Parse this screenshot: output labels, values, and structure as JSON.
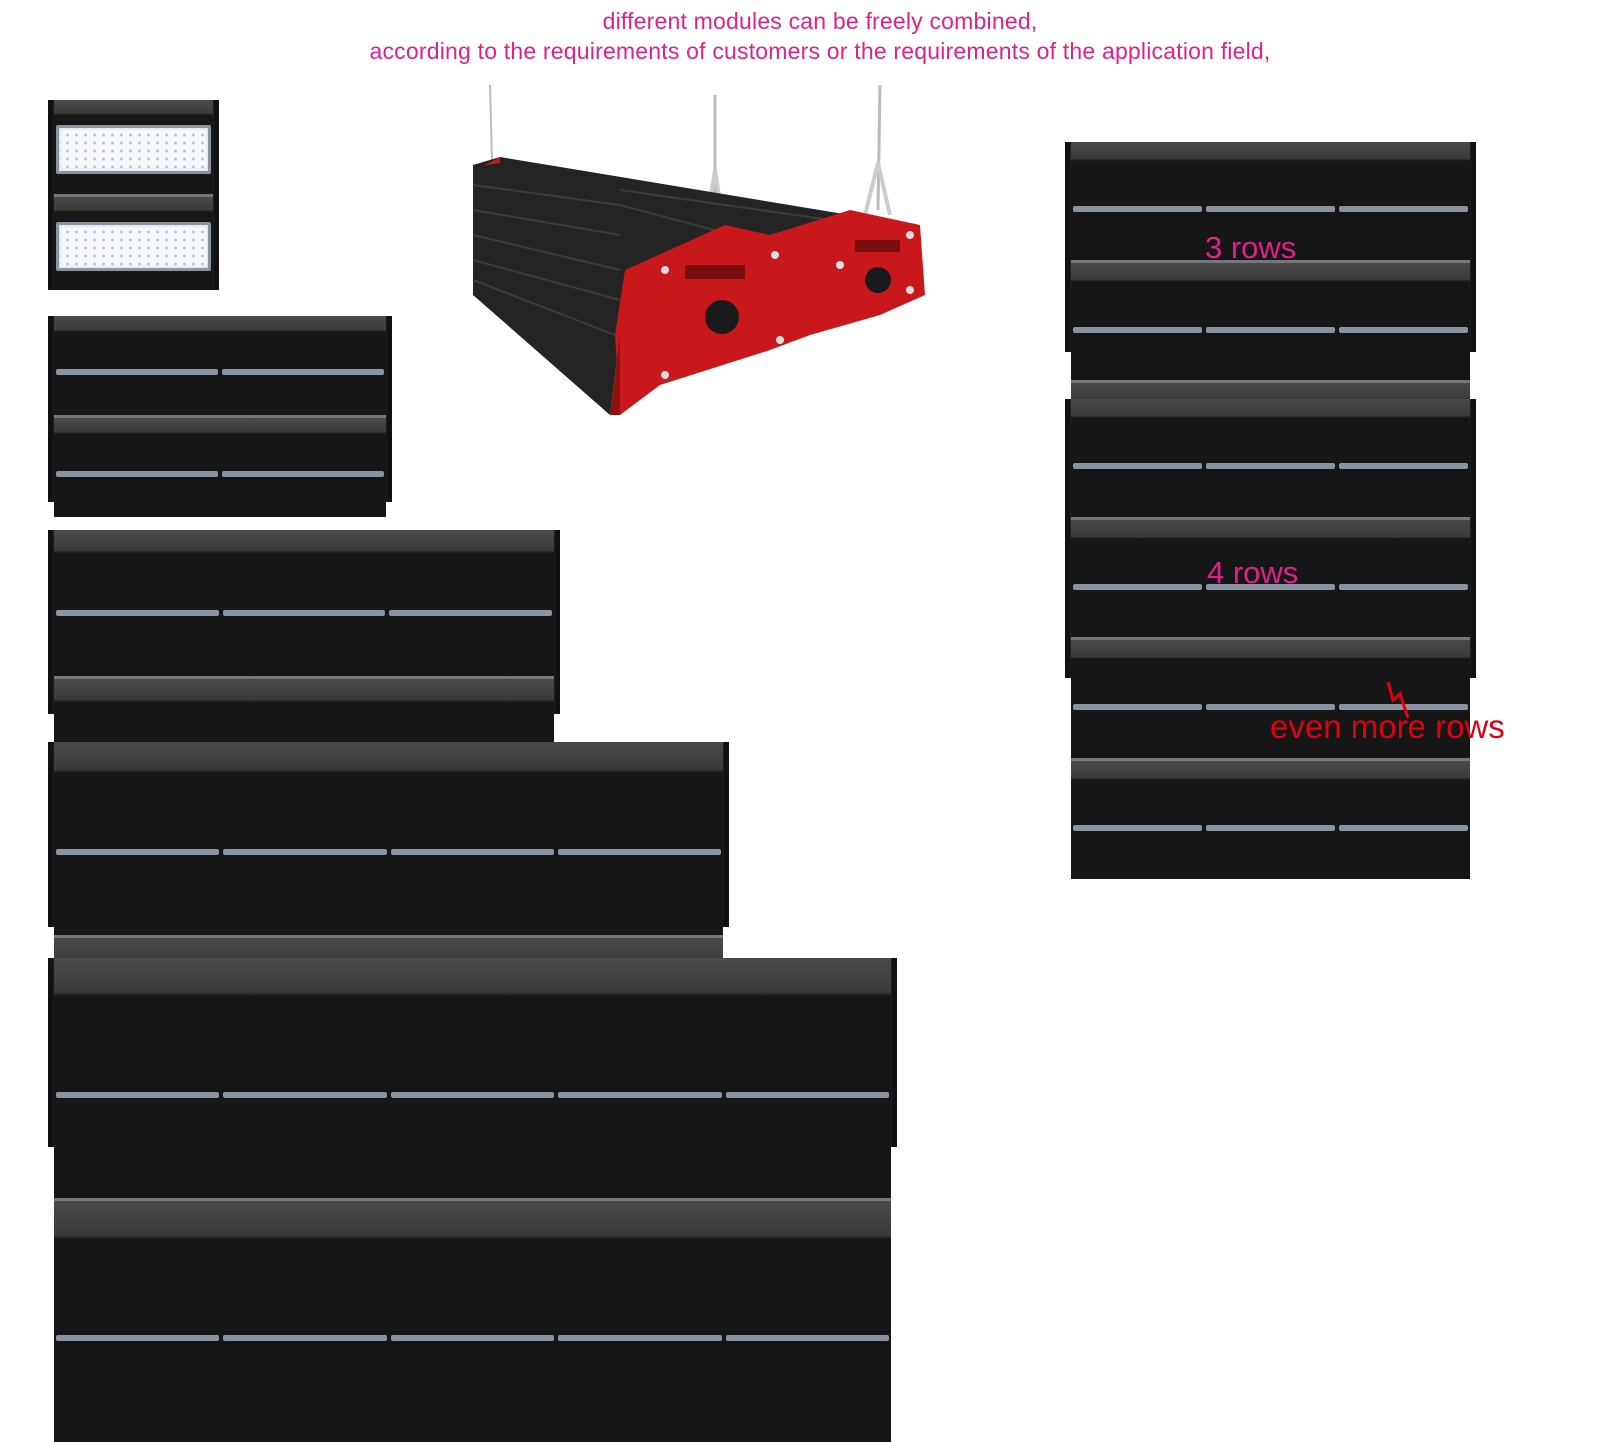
{
  "header": {
    "line1": "different modules can be freely combined,",
    "line2": "according to the requirements of customers or the requirements of the application field,"
  },
  "fixtures": [
    {
      "rows": 2,
      "columns": 1
    },
    {
      "rows": 2,
      "columns": 2
    },
    {
      "rows": 2,
      "columns": 3
    },
    {
      "rows": 2,
      "columns": 4
    },
    {
      "rows": 2,
      "columns": 5
    },
    {
      "rows": 3,
      "columns": 3
    },
    {
      "rows": 4,
      "columns": 3
    }
  ],
  "labels": {
    "three_rows": "3 rows",
    "four_rows": "4 rows",
    "even_more": "even more rows"
  },
  "colors": {
    "caption": "#e0218a",
    "accent_red": "#e00010",
    "housing_red": "#c8181c"
  }
}
